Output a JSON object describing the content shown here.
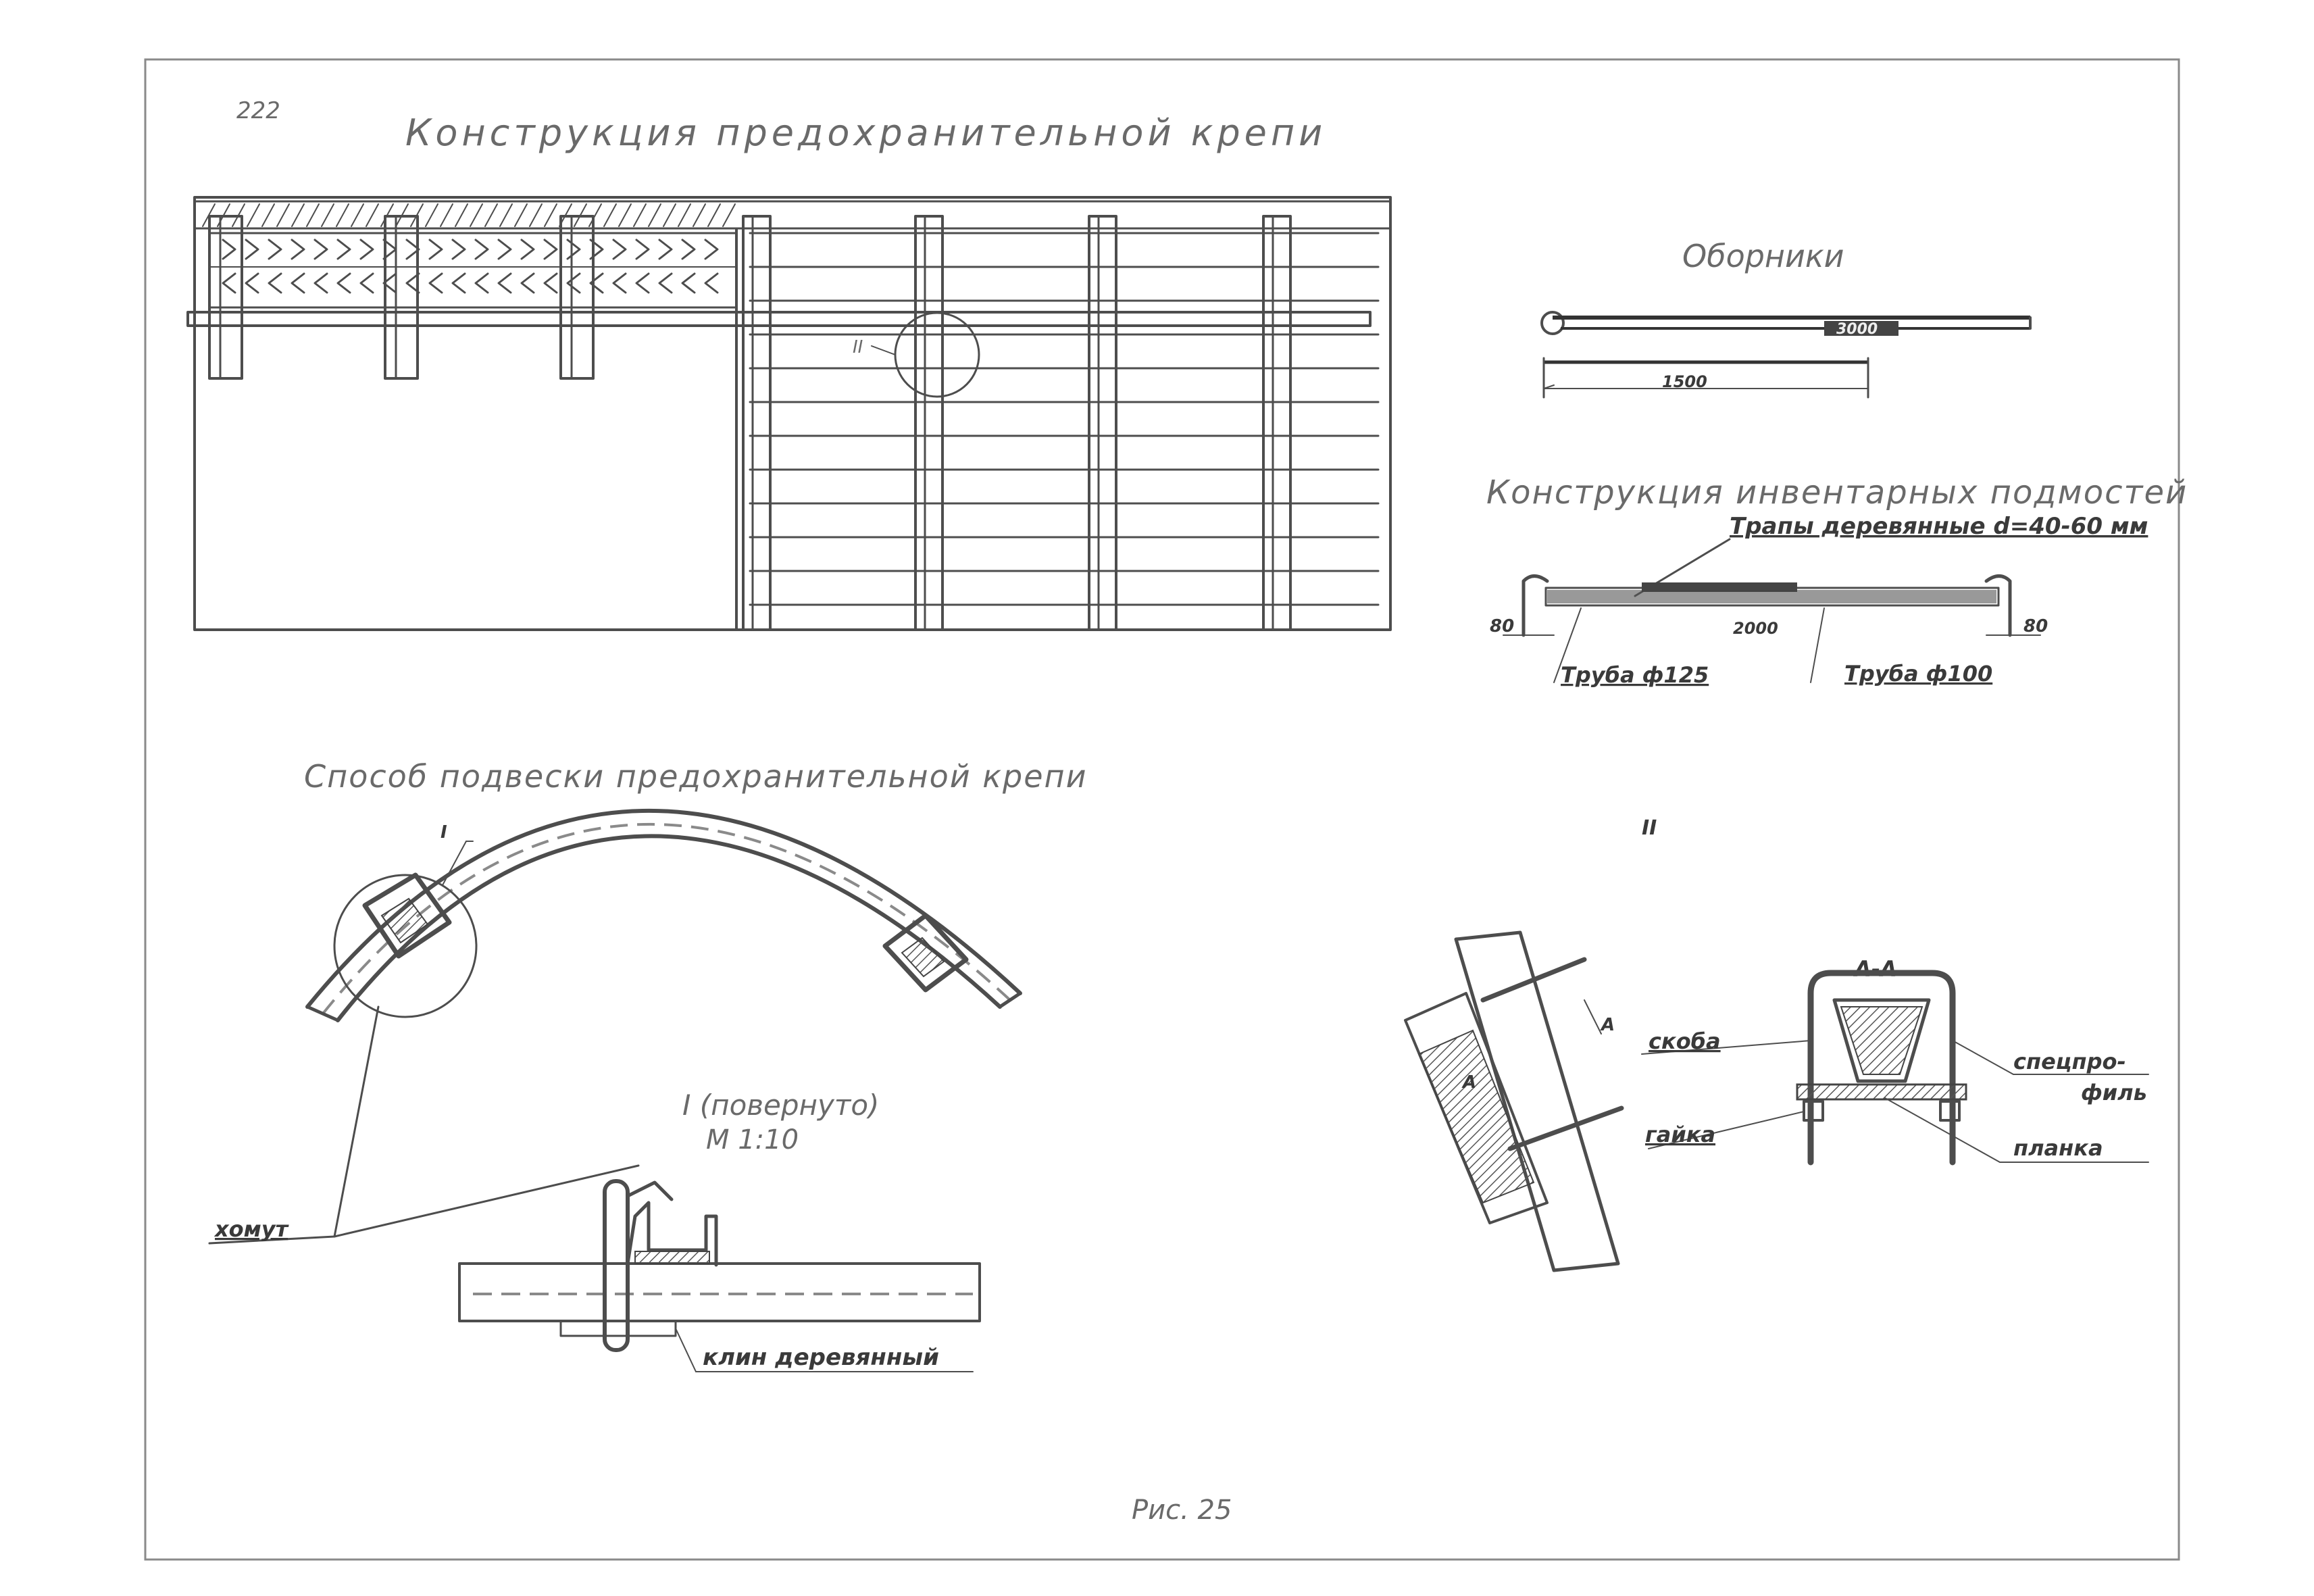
{
  "page": {
    "number": "222",
    "title": "Конструкция предохранительной крепи",
    "figure_caption": "Рис. 25"
  },
  "tools": {
    "title": "Оборники",
    "dim_long": "3000",
    "dim_short": "1500"
  },
  "scaffold": {
    "title": "Конструкция инвентарных подмостей",
    "label_timber": "Трапы деревянные d=40-60 мм",
    "dim_left": "80",
    "dim_right": "80",
    "dim_span": "2000",
    "label_pipe_a": "Труба ф125",
    "label_pipe_b": "Труба ф100"
  },
  "elevation": {
    "callout": "II"
  },
  "suspension": {
    "title": "Способ подвески предохранительной крепи",
    "callout": "I",
    "detail_title": "I (повернуто)",
    "detail_scale": "М 1:10",
    "label_clamp": "хомут",
    "label_wedge": "клин деревянный"
  },
  "detail_ii": {
    "callout": "II",
    "section_label": "А-А",
    "mark_a1": "А",
    "mark_a2": "А",
    "label_bracket": "скоба",
    "label_nut": "гайка",
    "label_profile_1": "спецпро-",
    "label_profile_2": "филь",
    "label_plate": "планка"
  }
}
